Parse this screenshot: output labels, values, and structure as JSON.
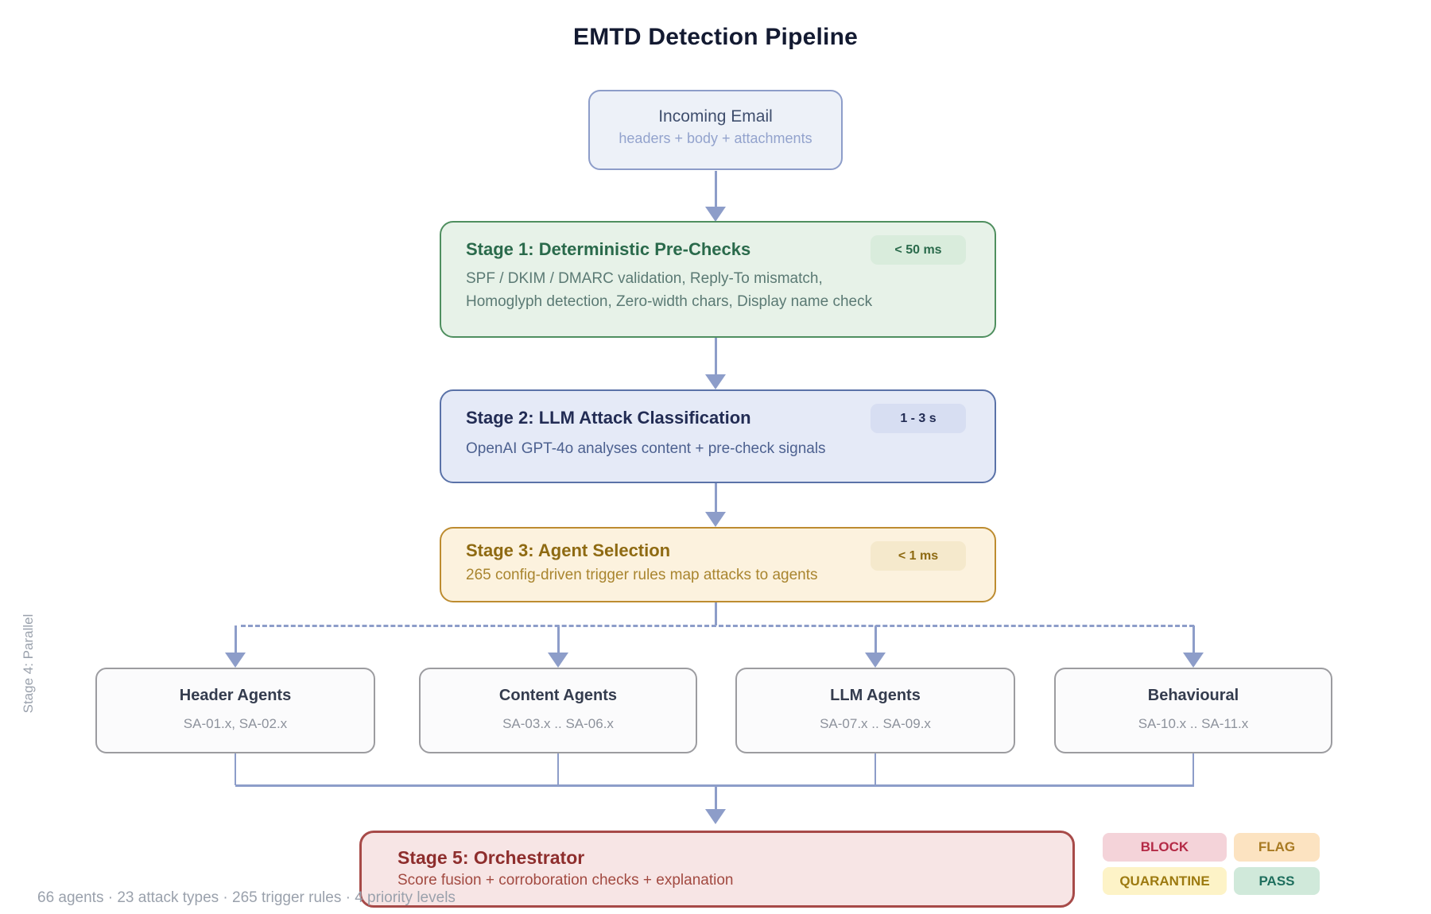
{
  "title": "EMTD Detection Pipeline",
  "incoming": {
    "title": "Incoming Email",
    "subtitle": "headers + body + attachments"
  },
  "stages": [
    {
      "title": "Stage 1: Deterministic Pre-Checks",
      "badge": "< 50 ms",
      "desc_lines": [
        "SPF / DKIM / DMARC validation, Reply-To mismatch,",
        "Homoglyph detection, Zero-width chars, Display name check"
      ]
    },
    {
      "title": "Stage 2: LLM Attack Classification",
      "badge": "1 - 3 s",
      "desc_lines": [
        "OpenAI GPT-4o analyses content + pre-check signals"
      ]
    },
    {
      "title": "Stage 3: Agent Selection",
      "badge": "< 1 ms",
      "desc_lines": [
        "265 config-driven trigger rules map attacks to agents"
      ]
    }
  ],
  "stage4_label": "Stage 4: Parallel",
  "agents": [
    {
      "title": "Header Agents",
      "range": "SA-01.x, SA-02.x"
    },
    {
      "title": "Content Agents",
      "range": "SA-03.x .. SA-06.x"
    },
    {
      "title": "LLM Agents",
      "range": "SA-07.x .. SA-09.x"
    },
    {
      "title": "Behavioural",
      "range": "SA-10.x .. SA-11.x"
    }
  ],
  "stage5": {
    "title": "Stage 5: Orchestrator",
    "desc": "Score fusion + corroboration checks + explanation"
  },
  "verdicts": [
    {
      "label": "BLOCK",
      "bg": "#f4d3d9",
      "fg": "#b42a46"
    },
    {
      "label": "FLAG",
      "bg": "#fce3c1",
      "fg": "#a87a22"
    },
    {
      "label": "QUARANTINE",
      "bg": "#fdf3c7",
      "fg": "#9d7a10"
    },
    {
      "label": "PASS",
      "bg": "#d0e9da",
      "fg": "#1f6f5e"
    }
  ],
  "footer": "66 agents · 23 attack types · 265 trigger rules · 4 priority levels",
  "colors": {
    "title_text": "#131a31",
    "connector": "#8d9dc9",
    "stage1_border": "#4f8f5f",
    "stage1_bg": "#e7f2e8",
    "stage1_text": "#2a6a4b",
    "stage2_border": "#5a72a8",
    "stage2_bg": "#e5eaf7",
    "stage2_text": "#222c54",
    "stage3_border": "#bd8c30",
    "stage3_bg": "#fcf2de",
    "stage3_text": "#8e6a12",
    "stage5_border": "#a74a48",
    "stage5_bg": "#f7e5e5",
    "stage5_text": "#8e2e2d",
    "agent_border": "#9c9ca0",
    "agent_bg": "#fbfbfc",
    "muted_text": "#9aa1ac"
  }
}
